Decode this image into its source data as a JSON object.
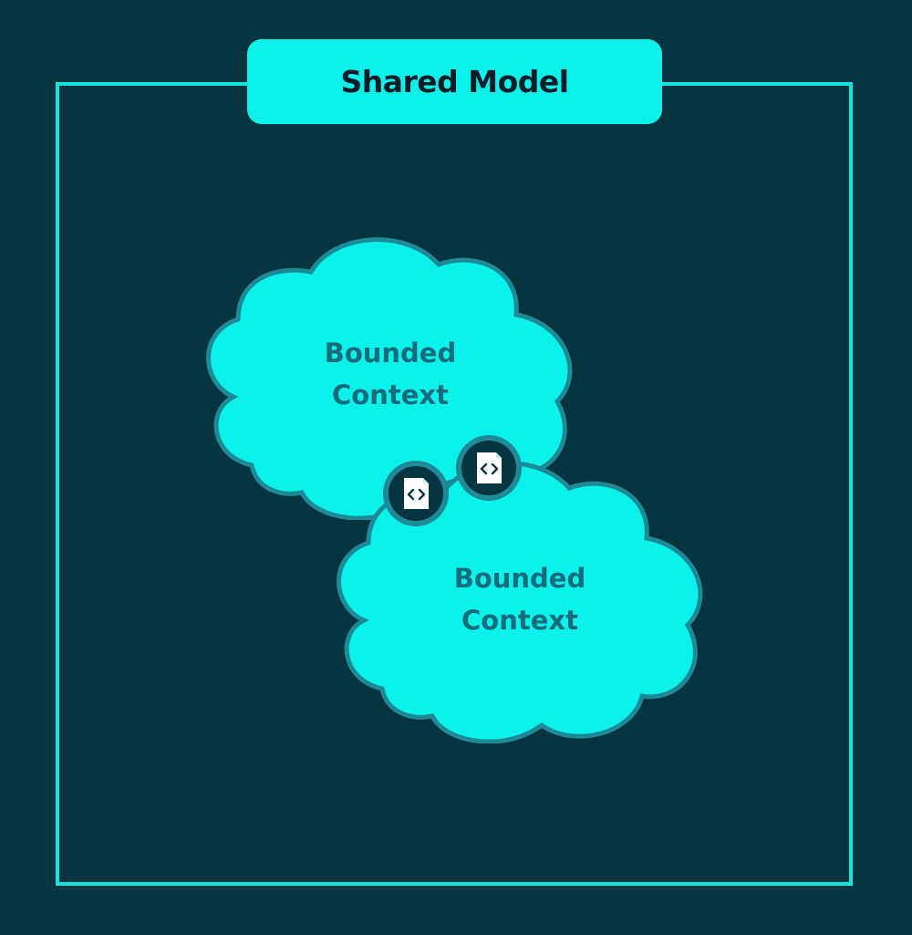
{
  "title": "Shared Model",
  "contexts": [
    {
      "line1": "Bounded",
      "line2": "Context"
    },
    {
      "line1": "Bounded",
      "line2": "Context"
    }
  ],
  "connectors": [
    {
      "icon": "code-file-icon"
    },
    {
      "icon": "code-file-icon"
    }
  ],
  "colors": {
    "background": "#06343f",
    "accent": "#0af2ea",
    "frame": "#12e6de",
    "cloud_border": "#1f8a97",
    "text_dark": "#0b1e27",
    "label_text": "#176c7b"
  }
}
